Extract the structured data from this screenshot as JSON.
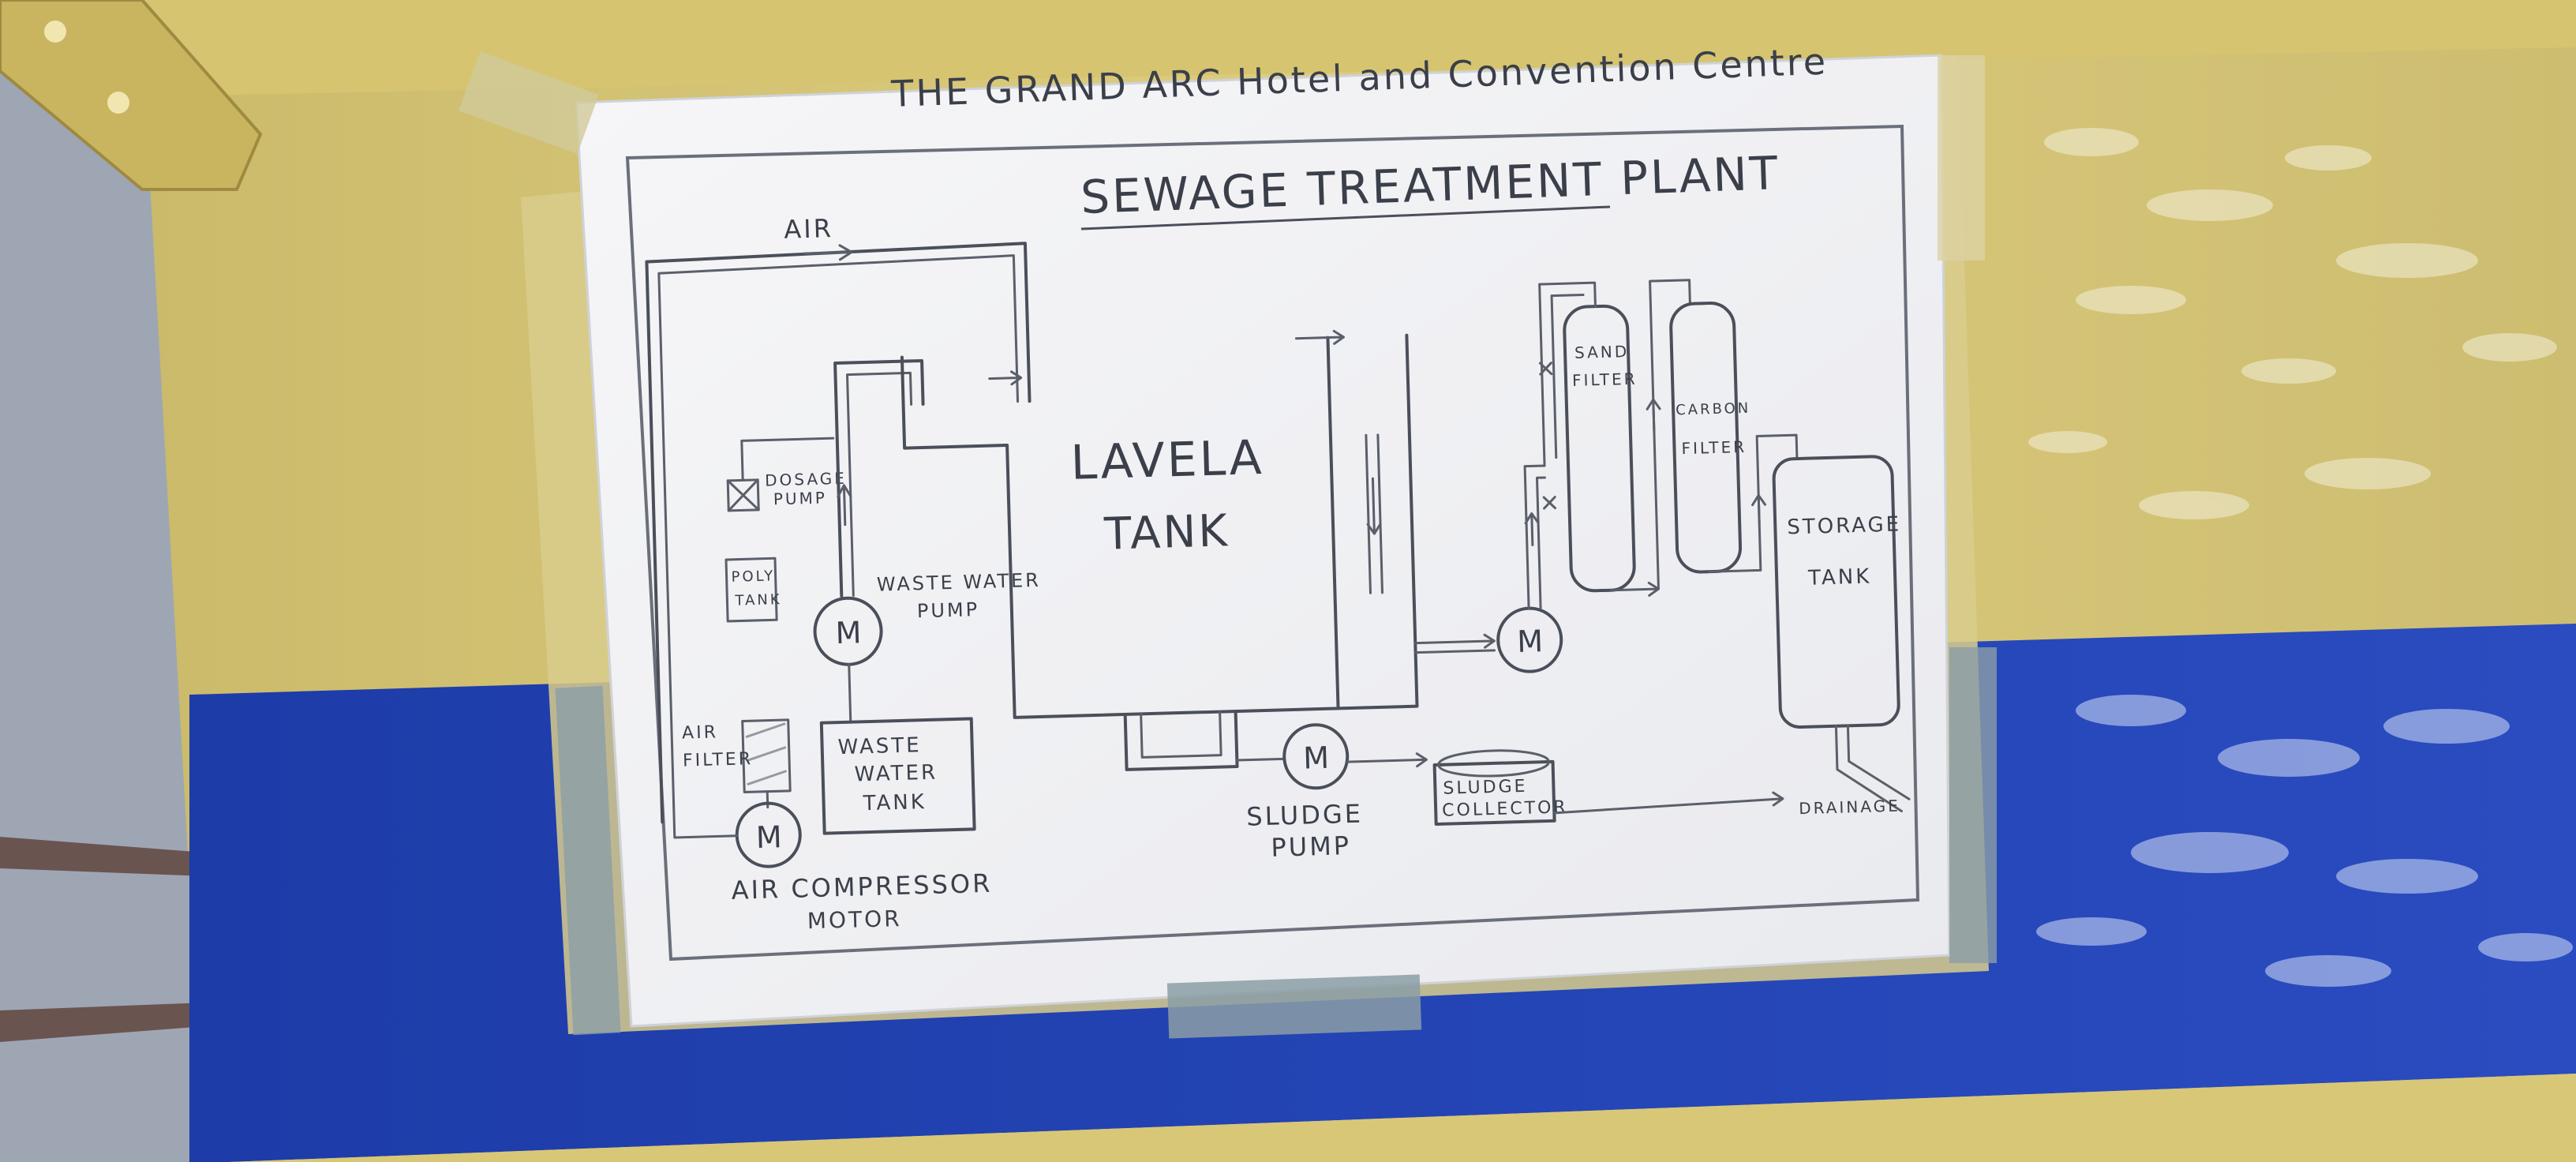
{
  "poster": {
    "header": "THE GRAND ARC   Hotel and Convention Centre",
    "title": "SEWAGE TREATMENT PLANT"
  },
  "labels": {
    "air": "AIR",
    "dosage_pump": [
      "DOSAGE",
      "PUMP"
    ],
    "poly_tank": [
      "POLY",
      "TANK"
    ],
    "air_filter": [
      "AIR",
      "FILTER"
    ],
    "air_compressor_motor": [
      "AIR  COMPRESSOR",
      "MOTOR"
    ],
    "waste_water_pump": [
      "WASTE WATER",
      "PUMP"
    ],
    "waste_water_tank": [
      "WASTE",
      "WATER",
      "TANK"
    ],
    "lavela_tank": [
      "LAVELA",
      "TANK"
    ],
    "sludge_pump": [
      "SLUDGE",
      "PUMP"
    ],
    "sludge_collector": [
      "SLUDGE",
      "COLLECTOR"
    ],
    "sand_filter": [
      "SAND",
      "FILTER"
    ],
    "carbon_filter": [
      "CARBON",
      "FILTER"
    ],
    "storage_tank": [
      "STORAGE",
      "TANK"
    ],
    "drainage": "DRAINAGE",
    "motor_symbol": "M"
  },
  "colors": {
    "wall_yellow": "#d8c777",
    "wall_blue": "#1f3fb0",
    "paper": "#f4f4f6",
    "ink": "#4a4f5a",
    "tape": "#8a9aa6"
  }
}
